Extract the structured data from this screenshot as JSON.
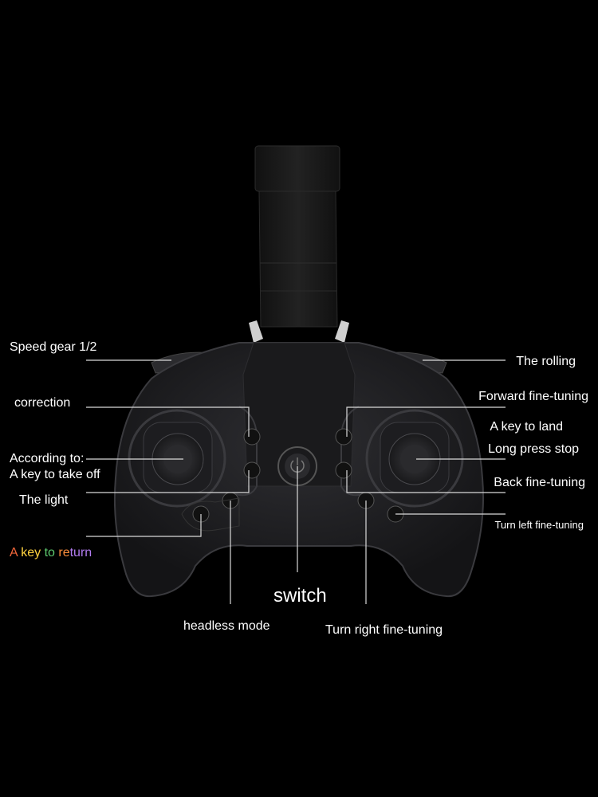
{
  "labels": {
    "speed_gear": "Speed gear 1/2",
    "correction": "correction",
    "according_to": "According to:",
    "a_key_take_off": "A key to take off",
    "the_light": "The light",
    "a_key_return": "A key to return",
    "headless_mode": "headless mode",
    "switch": "switch",
    "turn_right": "Turn right fine-tuning",
    "the_rolling": "The rolling",
    "forward_tuning": "Forward fine-tuning",
    "a_key_land": "A key to land",
    "long_press_stop": "Long press stop",
    "back_tuning": "Back fine-tuning",
    "turn_left": "Turn left fine-tuning"
  },
  "colors": {
    "background": "#000000",
    "body": "#232326",
    "body_edge": "#3a3a3e",
    "line": "#d9d9d9",
    "text": "#ffffff",
    "return_a": "#f2663a",
    "return_key": "#ffd23f",
    "return_to": "#5cc86e",
    "return_re": "#ff8f3c",
    "return_turn": "#b27cf0"
  },
  "return_label_parts": [
    "A ",
    "key ",
    "to ",
    "re",
    "turn"
  ]
}
